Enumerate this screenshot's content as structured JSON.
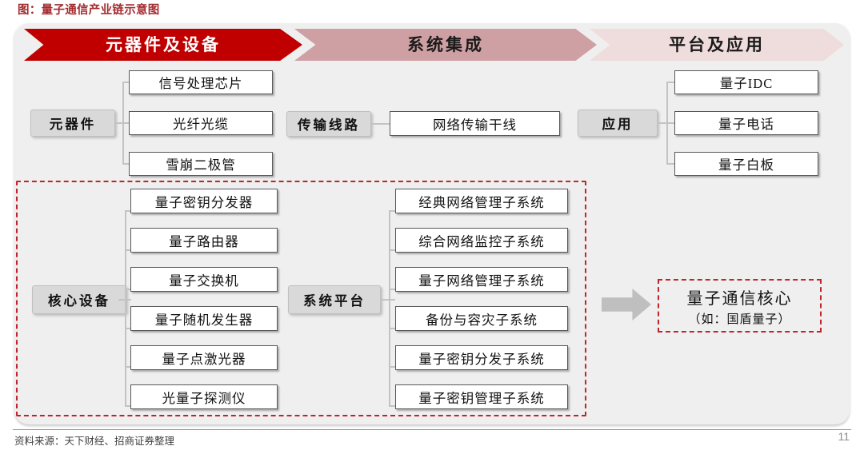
{
  "figure": {
    "title": "图：量子通信产业链示意图",
    "title_color": "#A32A2E"
  },
  "stages": [
    {
      "label": "元器件及设备",
      "color": "#C00000"
    },
    {
      "label": "系统集成",
      "color": "#CFA0A3"
    },
    {
      "label": "平台及应用",
      "color": "#EFDCDC"
    }
  ],
  "groups": {
    "components": {
      "label": "元器件",
      "items": [
        "信号处理芯片",
        "光纤光缆",
        "雪崩二极管"
      ]
    },
    "transmission": {
      "label": "传输线路",
      "items": [
        "网络传输干线"
      ]
    },
    "application": {
      "label": "应用",
      "items": [
        "量子IDC",
        "量子电话",
        "量子白板"
      ]
    },
    "core_devices": {
      "label": "核心设备",
      "items": [
        "量子密钥分发器",
        "量子路由器",
        "量子交换机",
        "量子随机发生器",
        "量子点激光器",
        "光量子探测仪"
      ]
    },
    "system_platform": {
      "label": "系统平台",
      "items": [
        "经典网络管理子系统",
        "综合网络监控子系统",
        "量子网络管理子系统",
        "备份与容灾子系统",
        "量子密钥分发子系统",
        "量子密钥管理子系统"
      ]
    }
  },
  "core_result": {
    "line1": "量子通信核心",
    "line2": "（如：国盾量子）",
    "border_color": "#C0242B"
  },
  "highlight": {
    "border_color": "#C0242B"
  },
  "footer": {
    "source": "资料来源：天下财经、招商证券整理",
    "page_number": "11"
  }
}
